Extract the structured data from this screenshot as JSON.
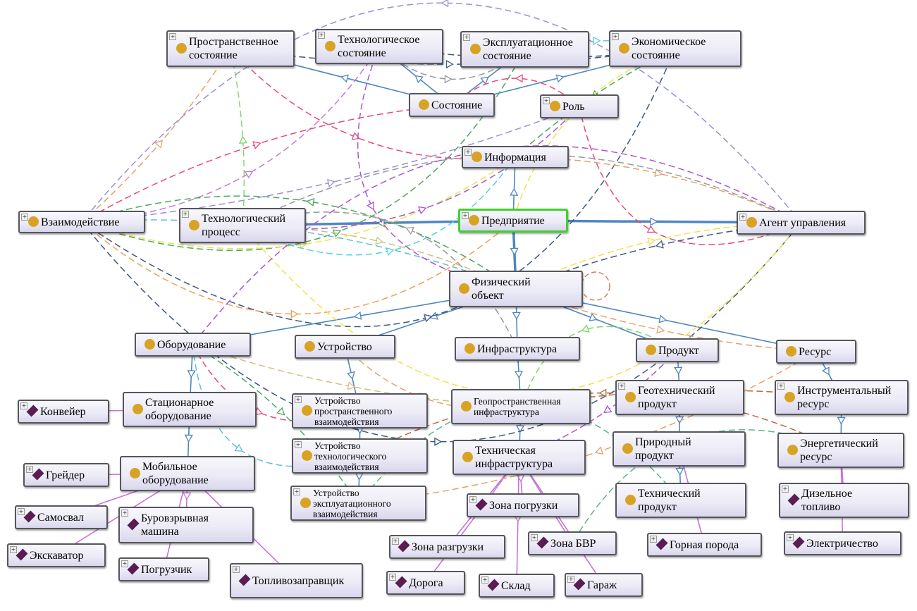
{
  "app": {
    "view": "OntoGraf ontology graph"
  },
  "colors": {
    "class_icon": "#d8a325",
    "individual_icon": "#5a1c52",
    "selected_border": "#3fd12f",
    "subclass_edge": "#4f86c0",
    "instance_edge": "#c873d9"
  },
  "legend_icons": {
    "class": "class-circle-icon",
    "individual": "individual-diamond-icon"
  },
  "nodes": [
    {
      "id": "spatial_state",
      "label": "Пространственное\nсостояние",
      "type": "class",
      "expander": true
    },
    {
      "id": "tech_state",
      "label": "Технологическое\nсостояние",
      "type": "class",
      "expander": true
    },
    {
      "id": "oper_state",
      "label": "Эксплуатационное\nсостояние",
      "type": "class",
      "expander": true
    },
    {
      "id": "econ_state",
      "label": "Экономическое\nсостояние",
      "type": "class",
      "expander": true
    },
    {
      "id": "state",
      "label": "Состояние",
      "type": "class",
      "expander": false
    },
    {
      "id": "role",
      "label": "Роль",
      "type": "class",
      "expander": true
    },
    {
      "id": "info",
      "label": "Информация",
      "type": "class",
      "expander": true
    },
    {
      "id": "interaction",
      "label": "Взаимодействие",
      "type": "class",
      "expander": true
    },
    {
      "id": "tech_process",
      "label": "Технологический\nпроцесс",
      "type": "class",
      "expander": true
    },
    {
      "id": "enterprise",
      "label": "Предприятие",
      "type": "class",
      "expander": true,
      "selected": true
    },
    {
      "id": "agent",
      "label": "Агент управления",
      "type": "class",
      "expander": true
    },
    {
      "id": "phys_obj",
      "label": "Физический\nобъект",
      "type": "class",
      "expander": false
    },
    {
      "id": "equipment",
      "label": "Оборудование",
      "type": "class",
      "expander": false
    },
    {
      "id": "device",
      "label": "Устройство",
      "type": "class",
      "expander": false
    },
    {
      "id": "infra",
      "label": "Инфраструктура",
      "type": "class",
      "expander": false
    },
    {
      "id": "product",
      "label": "Продукт",
      "type": "class",
      "expander": false
    },
    {
      "id": "resource",
      "label": "Ресурс",
      "type": "class",
      "expander": false
    },
    {
      "id": "stat_equip",
      "label": "Стационарное\nоборудование",
      "type": "class",
      "expander": false
    },
    {
      "id": "dev_spatial",
      "label": "Устройство\nпространственного\nвзаимодействия",
      "type": "class",
      "expander": true,
      "small": true
    },
    {
      "id": "geo_infra",
      "label": "Геопространственная\nинфраструктура",
      "type": "class",
      "expander": false,
      "small": true
    },
    {
      "id": "geotech_prod",
      "label": "Геотехнический\nпродукт",
      "type": "class",
      "expander": true
    },
    {
      "id": "instr_res",
      "label": "Инструментальный\nресурс",
      "type": "class",
      "expander": true,
      "small": false
    },
    {
      "id": "conveyor",
      "label": "Конвейер",
      "type": "individual",
      "expander": true
    },
    {
      "id": "dev_tech",
      "label": "Устройство\nтехнологического\nвзаимодействия",
      "type": "class",
      "expander": true,
      "small": true
    },
    {
      "id": "tech_infra",
      "label": "Техническая\nинфраструктура",
      "type": "class",
      "expander": false
    },
    {
      "id": "natural_prod",
      "label": "Природный\nпродукт",
      "type": "class",
      "expander": false
    },
    {
      "id": "energy_res",
      "label": "Энергетический\nресурс",
      "type": "class",
      "expander": false
    },
    {
      "id": "grader",
      "label": "Грейдер",
      "type": "individual",
      "expander": true
    },
    {
      "id": "mobile_equip",
      "label": "Мобильное\nоборудование",
      "type": "class",
      "expander": false
    },
    {
      "id": "dev_oper",
      "label": "Устройство\nэксплуатационного\nвзаимодействия",
      "type": "class",
      "expander": true,
      "small": true
    },
    {
      "id": "loading_zone",
      "label": "Зона погрузки",
      "type": "individual",
      "expander": true
    },
    {
      "id": "tech_prod",
      "label": "Технический\nпродукт",
      "type": "class",
      "expander": false
    },
    {
      "id": "diesel",
      "label": "Дизельное\nтопливо",
      "type": "individual",
      "expander": true
    },
    {
      "id": "dump_truck",
      "label": "Самосвал",
      "type": "individual",
      "expander": true
    },
    {
      "id": "drill_machine",
      "label": "Буровзрывная\nмашина",
      "type": "individual",
      "expander": true
    },
    {
      "id": "excavator",
      "label": "Экскаватор",
      "type": "individual",
      "expander": true
    },
    {
      "id": "unloading_zone",
      "label": "Зона разгрузки",
      "type": "individual",
      "expander": true
    },
    {
      "id": "bvr_zone",
      "label": "Зона БВР",
      "type": "individual",
      "expander": true
    },
    {
      "id": "rock",
      "label": "Горная порода",
      "type": "individual",
      "expander": true
    },
    {
      "id": "electricity",
      "label": "Электричество",
      "type": "individual",
      "expander": true
    },
    {
      "id": "loader",
      "label": "Погрузчик",
      "type": "individual",
      "expander": true
    },
    {
      "id": "fuel_truck",
      "label": "Топливозаправщик",
      "type": "individual",
      "expander": true
    },
    {
      "id": "road",
      "label": "Дорога",
      "type": "individual",
      "expander": true
    },
    {
      "id": "warehouse",
      "label": "Склад",
      "type": "individual",
      "expander": true
    },
    {
      "id": "garage",
      "label": "Гараж",
      "type": "individual",
      "expander": true
    }
  ],
  "edges": [
    {
      "from": "enterprise",
      "to": "tech_process",
      "kind": "subclass",
      "bold": true
    },
    {
      "from": "enterprise",
      "to": "agent",
      "kind": "subclass",
      "bold": true
    },
    {
      "from": "enterprise",
      "to": "phys_obj",
      "kind": "subclass",
      "bold": true
    },
    {
      "from": "enterprise",
      "to": "info",
      "kind": "subclass"
    },
    {
      "from": "state",
      "to": "spatial_state",
      "kind": "subclass"
    },
    {
      "from": "state",
      "to": "tech_state",
      "kind": "subclass"
    },
    {
      "from": "state",
      "to": "oper_state",
      "kind": "subclass"
    },
    {
      "from": "state",
      "to": "econ_state",
      "kind": "subclass"
    },
    {
      "from": "phys_obj",
      "to": "equipment",
      "kind": "subclass"
    },
    {
      "from": "phys_obj",
      "to": "device",
      "kind": "subclass"
    },
    {
      "from": "phys_obj",
      "to": "infra",
      "kind": "subclass"
    },
    {
      "from": "phys_obj",
      "to": "product",
      "kind": "subclass"
    },
    {
      "from": "phys_obj",
      "to": "resource",
      "kind": "subclass"
    },
    {
      "from": "equipment",
      "to": "stat_equip",
      "kind": "subclass"
    },
    {
      "from": "stat_equip",
      "to": "mobile_equip",
      "kind": "subclass"
    },
    {
      "from": "device",
      "to": "dev_spatial",
      "kind": "subclass"
    },
    {
      "from": "dev_spatial",
      "to": "dev_tech",
      "kind": "subclass"
    },
    {
      "from": "dev_tech",
      "to": "dev_oper",
      "kind": "subclass"
    },
    {
      "from": "infra",
      "to": "geo_infra",
      "kind": "subclass"
    },
    {
      "from": "geo_infra",
      "to": "tech_infra",
      "kind": "subclass"
    },
    {
      "from": "product",
      "to": "geotech_prod",
      "kind": "subclass"
    },
    {
      "from": "geotech_prod",
      "to": "natural_prod",
      "kind": "subclass"
    },
    {
      "from": "natural_prod",
      "to": "tech_prod",
      "kind": "subclass"
    },
    {
      "from": "resource",
      "to": "instr_res",
      "kind": "subclass"
    },
    {
      "from": "instr_res",
      "to": "energy_res",
      "kind": "subclass"
    },
    {
      "from": "stat_equip",
      "to": "conveyor",
      "kind": "instance"
    },
    {
      "from": "mobile_equip",
      "to": "grader",
      "kind": "instance"
    },
    {
      "from": "mobile_equip",
      "to": "dump_truck",
      "kind": "instance"
    },
    {
      "from": "mobile_equip",
      "to": "drill_machine",
      "kind": "instance"
    },
    {
      "from": "mobile_equip",
      "to": "excavator",
      "kind": "instance"
    },
    {
      "from": "mobile_equip",
      "to": "loader",
      "kind": "instance"
    },
    {
      "from": "mobile_equip",
      "to": "fuel_truck",
      "kind": "instance"
    },
    {
      "from": "tech_infra",
      "to": "loading_zone",
      "kind": "instance"
    },
    {
      "from": "tech_infra",
      "to": "unloading_zone",
      "kind": "instance"
    },
    {
      "from": "tech_infra",
      "to": "bvr_zone",
      "kind": "instance"
    },
    {
      "from": "tech_infra",
      "to": "road",
      "kind": "instance"
    },
    {
      "from": "tech_infra",
      "to": "warehouse",
      "kind": "instance"
    },
    {
      "from": "tech_infra",
      "to": "garage",
      "kind": "instance"
    },
    {
      "from": "natural_prod",
      "to": "rock",
      "kind": "instance"
    },
    {
      "from": "energy_res",
      "to": "diesel",
      "kind": "instance"
    },
    {
      "from": "energy_res",
      "to": "electricity",
      "kind": "instance"
    },
    {
      "from": "interaction",
      "to": "spatial_state",
      "kind": "relation",
      "color": "#e8a06a"
    },
    {
      "from": "interaction",
      "to": "tech_state",
      "kind": "relation",
      "color": "#c47adb"
    },
    {
      "from": "interaction",
      "to": "oper_state",
      "kind": "relation",
      "color": "#4aa860"
    },
    {
      "from": "interaction",
      "to": "econ_state",
      "kind": "relation",
      "color": "#3d5a80"
    },
    {
      "from": "interaction",
      "to": "state",
      "kind": "relation",
      "color": "#e8497a"
    },
    {
      "from": "interaction",
      "to": "role",
      "kind": "relation",
      "color": "#9b8fd8"
    },
    {
      "from": "interaction",
      "to": "info",
      "kind": "relation",
      "color": "#f0e24a"
    },
    {
      "from": "interaction",
      "to": "enterprise",
      "kind": "relation",
      "color": "#f0a050"
    },
    {
      "from": "interaction",
      "to": "agent",
      "kind": "relation",
      "color": "#3d5a80"
    },
    {
      "from": "interaction",
      "to": "phys_obj",
      "kind": "relation",
      "color": "#5fc0d8"
    },
    {
      "from": "tech_process",
      "to": "spatial_state",
      "kind": "relation",
      "color": "#7fd86a"
    },
    {
      "from": "tech_process",
      "to": "role",
      "kind": "relation",
      "color": "#a855d6"
    },
    {
      "from": "tech_process",
      "to": "info",
      "kind": "relation",
      "color": "#4ed0e8"
    },
    {
      "from": "tech_process",
      "to": "agent",
      "kind": "relation",
      "color": "#f0e24a"
    },
    {
      "from": "tech_process",
      "to": "phys_obj",
      "kind": "relation",
      "color": "#d0c080"
    },
    {
      "from": "spatial_state",
      "to": "econ_state",
      "kind": "relation",
      "color": "#3d5a80"
    },
    {
      "from": "spatial_state",
      "to": "info",
      "kind": "relation",
      "color": "#e8497a"
    },
    {
      "from": "tech_state",
      "to": "oper_state",
      "kind": "relation",
      "color": "#999999"
    },
    {
      "from": "tech_state",
      "to": "phys_obj",
      "kind": "relation",
      "color": "#a855d6"
    },
    {
      "from": "oper_state",
      "to": "econ_state",
      "kind": "relation",
      "color": "#4ed0e8"
    },
    {
      "from": "econ_state",
      "to": "info",
      "kind": "relation",
      "color": "#4aa860"
    },
    {
      "from": "econ_state",
      "to": "enterprise",
      "kind": "relation",
      "color": "#f0e24a"
    },
    {
      "from": "role",
      "to": "state",
      "kind": "relation",
      "color": "#e8497a"
    },
    {
      "from": "role",
      "to": "agent",
      "kind": "relation",
      "color": "#e8497a"
    },
    {
      "from": "info",
      "to": "agent",
      "kind": "relation",
      "color": "#e8a06a"
    },
    {
      "from": "agent",
      "to": "phys_obj",
      "kind": "relation",
      "color": "#3d5a80"
    },
    {
      "from": "agent",
      "to": "tech_process",
      "kind": "relation",
      "color": "#999999"
    },
    {
      "from": "agent",
      "to": "equipment",
      "kind": "relation",
      "color": "#a855d6"
    },
    {
      "from": "agent",
      "to": "interaction",
      "kind": "relation",
      "color": "#9b8fd8"
    },
    {
      "from": "phys_obj",
      "to": "agent",
      "kind": "relation",
      "color": "#f0e24a"
    },
    {
      "from": "phys_obj",
      "to": "resource",
      "kind": "relation",
      "color": "#e8a06a"
    },
    {
      "from": "phys_obj",
      "to": "interaction",
      "kind": "relation",
      "color": "#4aa860"
    },
    {
      "from": "equipment",
      "to": "dev_spatial",
      "kind": "relation",
      "color": "#e8497a"
    },
    {
      "from": "equipment",
      "to": "dev_tech",
      "kind": "relation",
      "color": "#5fc0d8"
    },
    {
      "from": "equipment",
      "to": "dev_oper",
      "kind": "relation",
      "color": "#4aa860"
    },
    {
      "from": "equipment",
      "to": "geo_infra",
      "kind": "relation",
      "color": "#d0c080"
    },
    {
      "from": "device",
      "to": "geo_infra",
      "kind": "relation",
      "color": "#e8a06a"
    },
    {
      "from": "infra",
      "to": "tech_process",
      "kind": "relation",
      "color": "#999999"
    },
    {
      "from": "product",
      "to": "geo_infra",
      "kind": "relation",
      "color": "#7fd86a"
    },
    {
      "from": "product",
      "to": "tech_infra",
      "kind": "relation",
      "color": "#a855d6"
    },
    {
      "from": "instr_res",
      "to": "geo_infra",
      "kind": "relation",
      "color": "#b86a40"
    },
    {
      "from": "energy_res",
      "to": "dev_tech",
      "kind": "relation",
      "color": "#b86a40"
    },
    {
      "from": "energy_res",
      "to": "bvr_zone",
      "kind": "relation",
      "color": "#5ab88a"
    },
    {
      "from": "tech_prod",
      "to": "dev_oper",
      "kind": "relation",
      "color": "#5ab88a"
    },
    {
      "from": "resource",
      "to": "dev_oper",
      "kind": "relation",
      "color": "#e8a06a"
    },
    {
      "from": "tech_state",
      "to": "econ_state",
      "kind": "relation",
      "color": "#3d5a80"
    }
  ]
}
